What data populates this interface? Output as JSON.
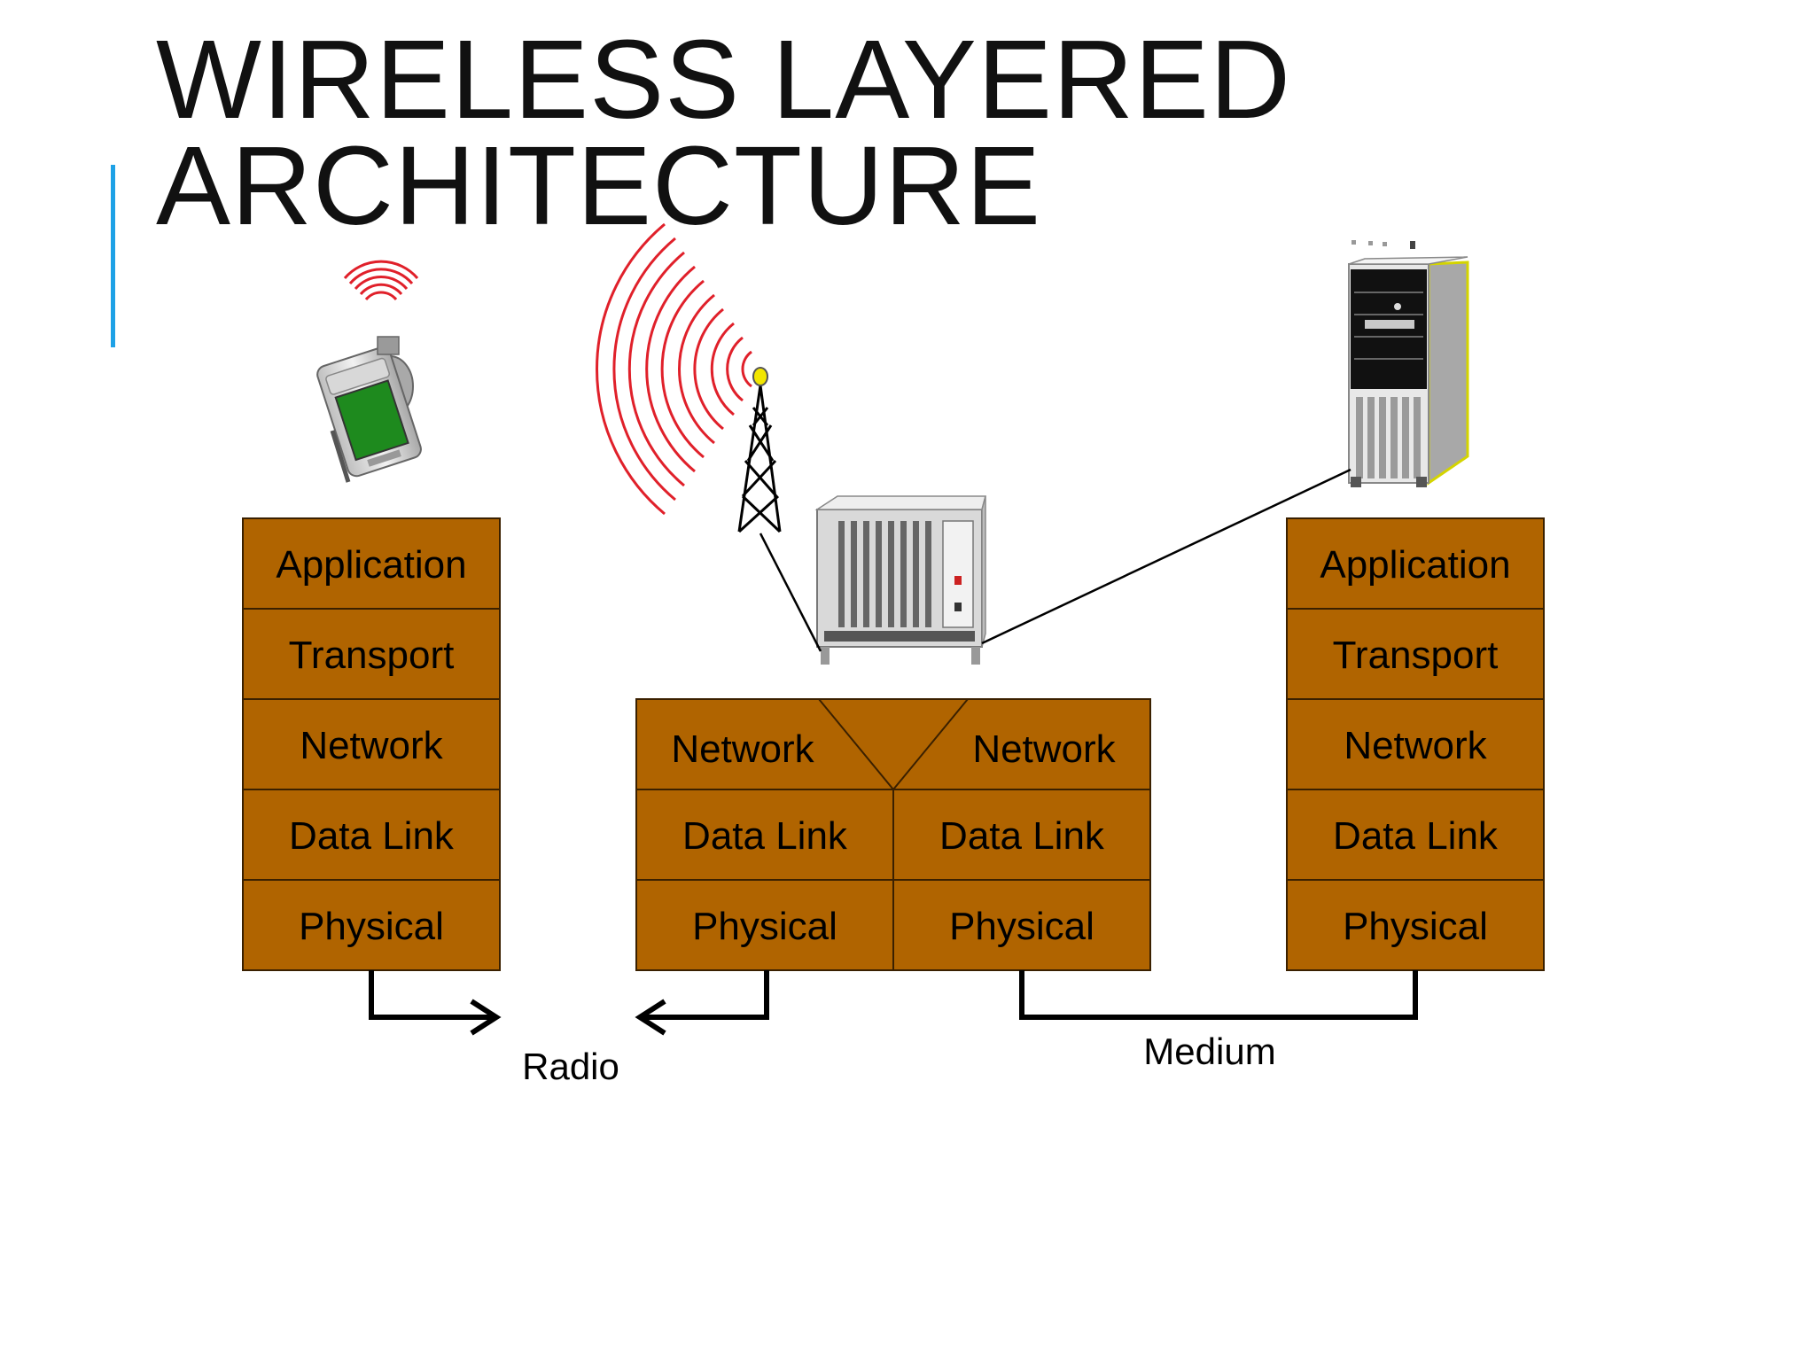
{
  "title": {
    "line1": "WIRELESS LAYERED",
    "line2": "ARCHITECTURE"
  },
  "colors": {
    "accent": "#1ea1e6",
    "layer_fill": "#b06400",
    "radio_waves": "#e0202a"
  },
  "icons": [
    "handheld-device-icon",
    "radio-tower-icon",
    "switch-rack-icon",
    "server-tower-icon"
  ],
  "left_stack": {
    "layers": [
      "Application",
      "Transport",
      "Network",
      "Data Link",
      "Physical"
    ]
  },
  "middle_stack": {
    "network_left": "Network",
    "network_right": "Network",
    "datalink_left": "Data Link",
    "datalink_right": "Data Link",
    "physical_left": "Physical",
    "physical_right": "Physical"
  },
  "right_stack": {
    "layers": [
      "Application",
      "Transport",
      "Network",
      "Data Link",
      "Physical"
    ]
  },
  "links": {
    "radio": "Radio",
    "medium": "Medium"
  }
}
